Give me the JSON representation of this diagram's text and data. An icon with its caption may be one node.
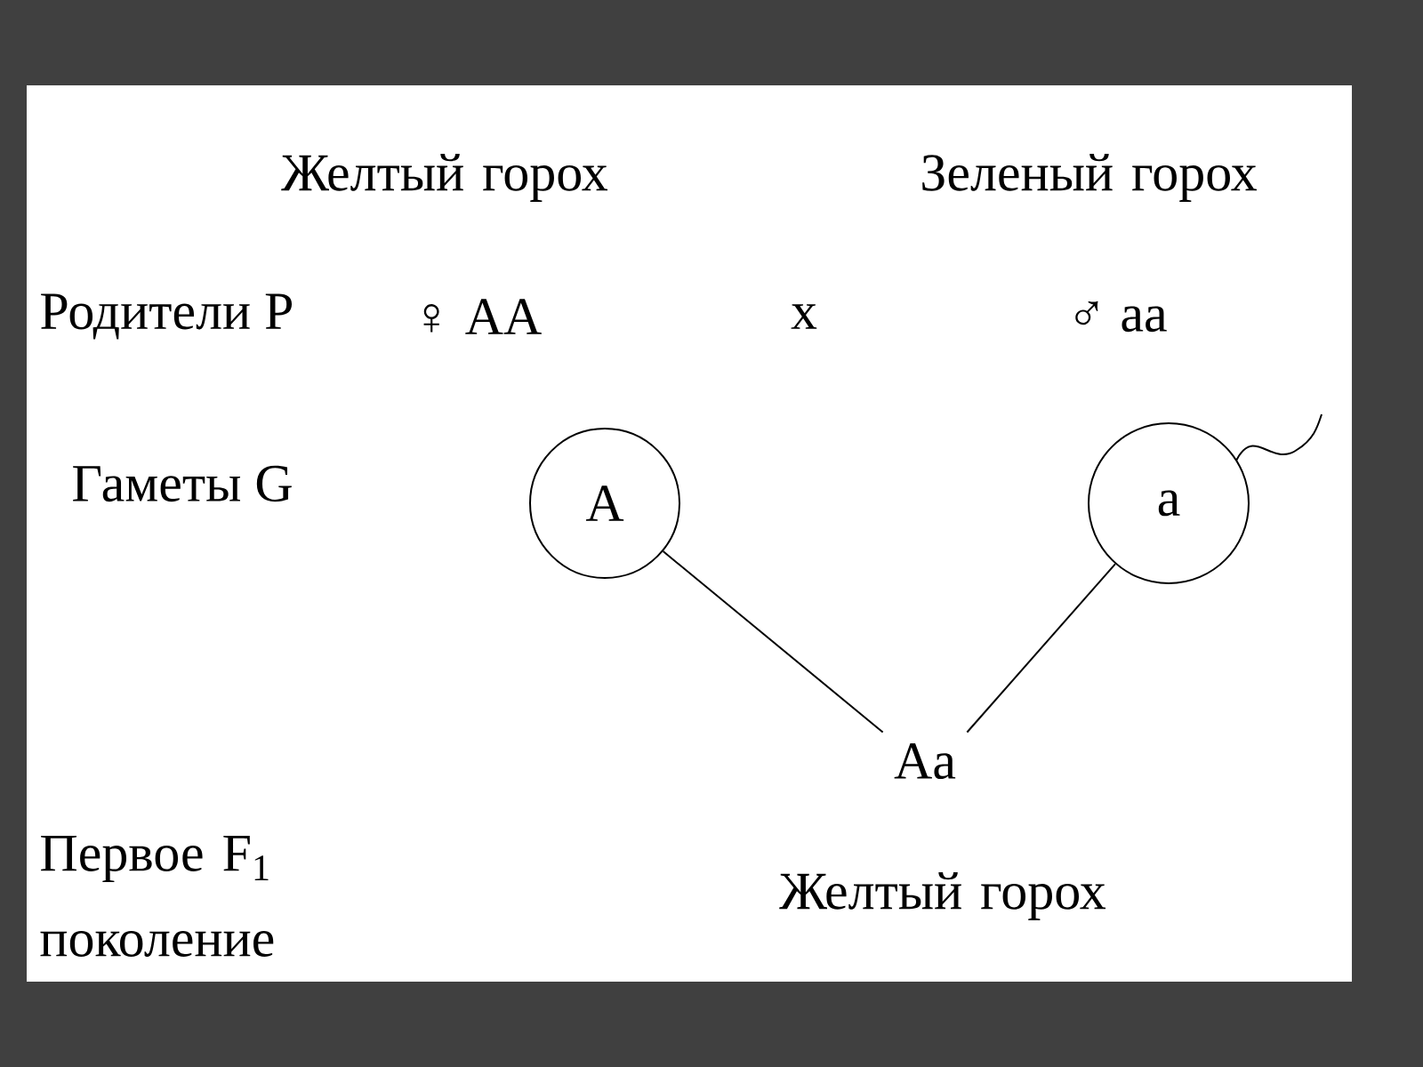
{
  "diagram": {
    "nodes": [
      {
        "text": [
          "A"
        ]
      },
      {
        "text": [
          "a"
        ]
      },
      {
        "text": [
          "Aa"
        ]
      }
    ],
    "edges": [
      {
        "from": 0,
        "to": 2,
        "arrow": "none"
      },
      {
        "from": 1,
        "to": 2,
        "arrow": "none"
      }
    ],
    "labels": [
      "Желтый горох",
      "Зеленый горох",
      "Родители P",
      "♀ AA",
      "x",
      "♂ aa",
      "Гаметы G",
      "Первое F$_{1}$ поколение",
      "Желтый горох"
    ]
  }
}
